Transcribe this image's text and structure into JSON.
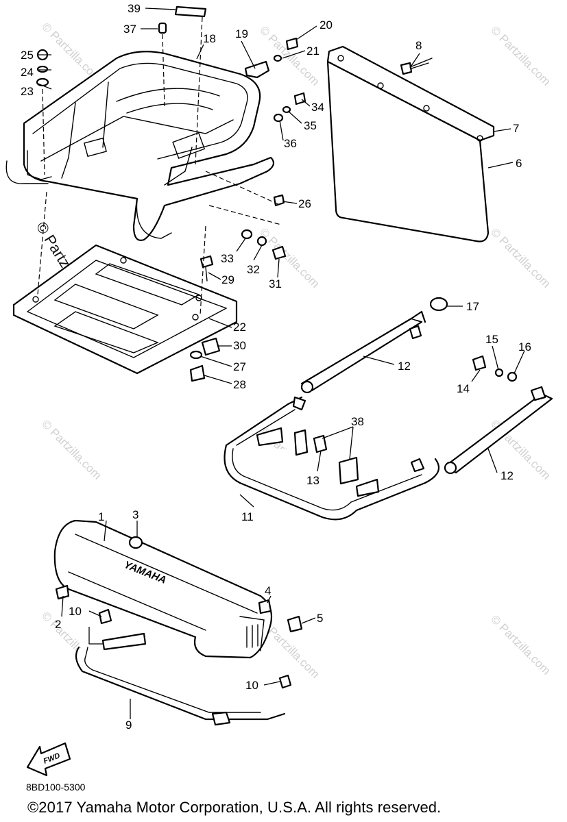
{
  "diagram_code": "8BD100-5300",
  "copyright": "©2017 Yamaha Motor Corporation, U.S.A. All rights reserved.",
  "fwd_label": "FWD",
  "bumper_logo": "YAMAHA",
  "watermark": "© Partzilla.com",
  "part_labels": {
    "p1": "1",
    "p2": "2",
    "p3": "3",
    "p4": "4",
    "p5": "5",
    "p6": "6",
    "p7": "7",
    "p8": "8",
    "p9": "9",
    "p10a": "10",
    "p10b": "10",
    "p11": "11",
    "p12a": "12",
    "p12b": "12",
    "p13": "13",
    "p14": "14",
    "p15": "15",
    "p16": "16",
    "p17": "17",
    "p18": "18",
    "p19": "19",
    "p20": "20",
    "p21": "21",
    "p22": "22",
    "p23": "23",
    "p24": "24",
    "p25": "25",
    "p26": "26",
    "p27": "27",
    "p28": "28",
    "p29": "29",
    "p30": "30",
    "p31": "31",
    "p32": "32",
    "p33": "33",
    "p34": "34",
    "p35": "35",
    "p36": "36",
    "p37": "37",
    "p38": "38",
    "p39": "39"
  }
}
